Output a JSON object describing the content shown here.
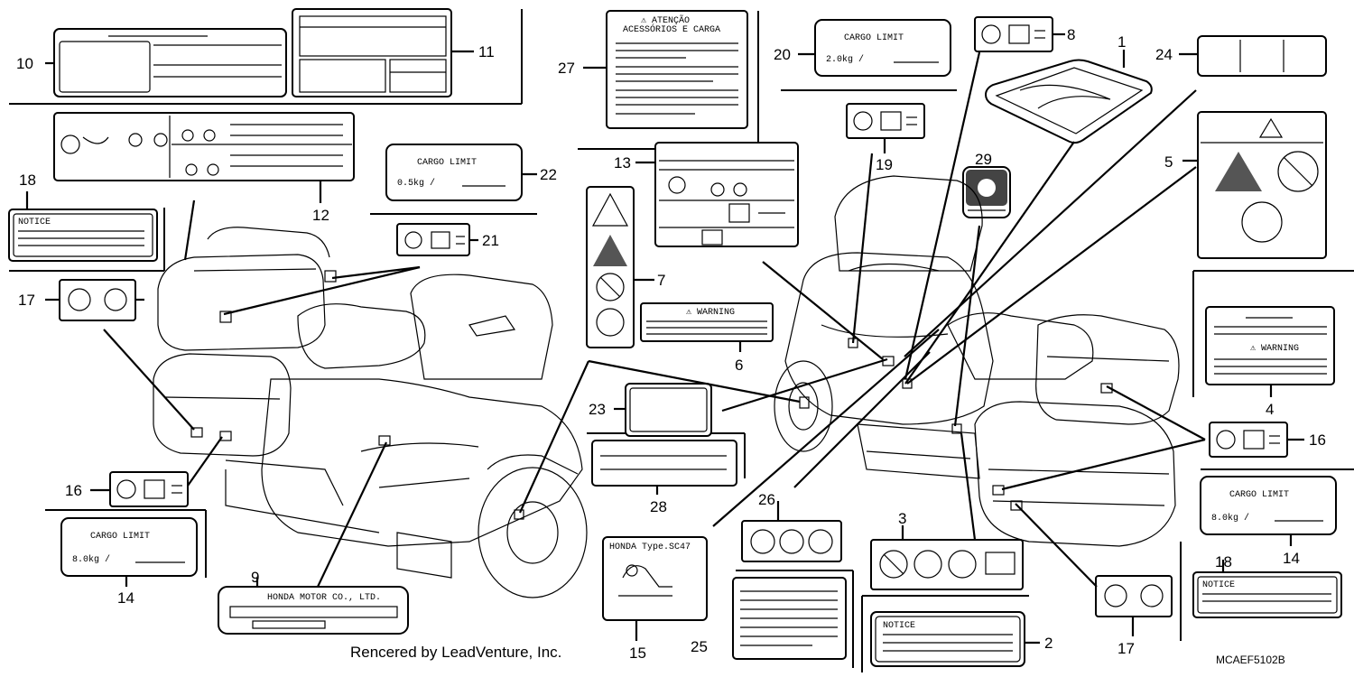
{
  "callouts": {
    "c1": "1",
    "c2": "2",
    "c3": "3",
    "c4": "4",
    "c5": "5",
    "c6": "6",
    "c7": "7",
    "c8": "8",
    "c9": "9",
    "c10": "10",
    "c11": "11",
    "c12": "12",
    "c13": "13",
    "c14a": "14",
    "c14b": "14",
    "c15": "15",
    "c16a": "16",
    "c16b": "16",
    "c17a": "17",
    "c17b": "17",
    "c18a": "18",
    "c18b": "18",
    "c19": "19",
    "c20": "20",
    "c21": "21",
    "c22": "22",
    "c23": "23",
    "c24": "24",
    "c25": "25",
    "c26": "26",
    "c27": "27",
    "c28": "28",
    "c29": "29"
  },
  "labels": {
    "cargo_title": "CARGO LIMIT",
    "cargo_20": "2.0kg  /",
    "cargo_22": "0.5kg  /",
    "cargo_14a": "8.0kg  /",
    "cargo_14b": "8.0kg  /",
    "atencao_line1": "⚠ ATENÇÃO",
    "atencao_line2": "ACESSÓRIOS E CARGA",
    "honda_plate": "HONDA MOTOR CO., LTD.",
    "honda_type": "HONDA  Type.SC47",
    "notice": "NOTICE",
    "warning": "⚠ WARNING"
  },
  "footer": {
    "credit": "Rencered by LeadVenture, Inc.",
    "diagram_code": "MCAEF5102B"
  }
}
